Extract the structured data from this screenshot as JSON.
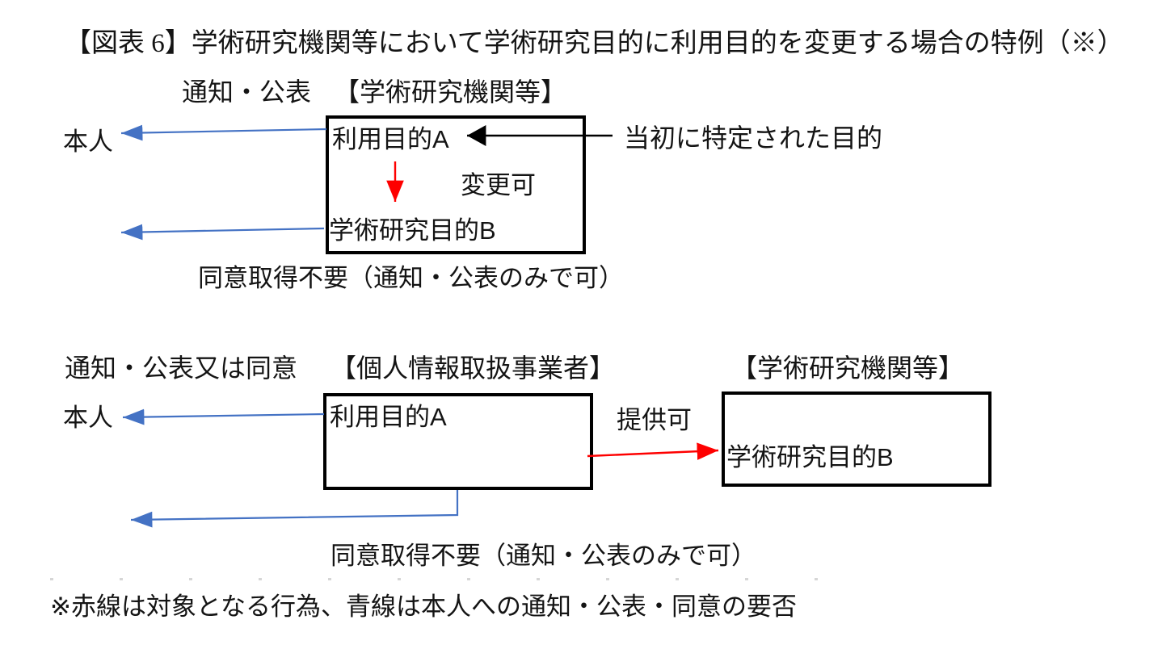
{
  "figure": {
    "title": "【図表 6】学術研究機関等において学術研究目的に利用目的を変更する場合の特例（※）",
    "footnote": "※赤線は対象となる行為、青線は本人への通知・公表・同意の要否"
  },
  "colors": {
    "blue_arrow": "#4472c4",
    "red_arrow": "#fe0000",
    "black_arrow": "#000000",
    "box_border": "#000000"
  },
  "diagram_top": {
    "notify_label": "通知・公表",
    "institution_label": "【学術研究機関等】",
    "person_label": "本人",
    "purpose_a": "利用目的A",
    "change_allowed_label": "変更可",
    "purpose_b": "学術研究目的B",
    "initial_purpose_label": "当初に特定された目的",
    "caption": "同意取得不要（通知・公表のみで可）"
  },
  "diagram_bottom": {
    "notify_label": "通知・公表又は同意",
    "business_label": "【個人情報取扱事業者】",
    "institution_label": "【学術研究機関等】",
    "person_label": "本人",
    "purpose_a": "利用目的A",
    "provide_allowed_label": "提供可",
    "purpose_b": "学術研究目的B",
    "caption": "同意取得不要（通知・公表のみで可）"
  }
}
